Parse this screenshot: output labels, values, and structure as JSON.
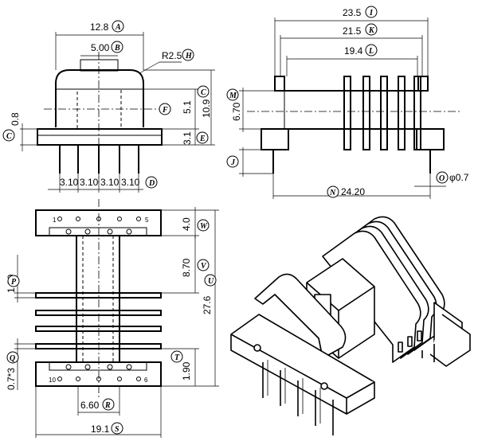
{
  "front_view": {
    "dims": {
      "A": {
        "value": "12.8",
        "label": "A"
      },
      "B": {
        "value": "5.00",
        "label": "B"
      },
      "H": {
        "value": "R2.5",
        "label": "H"
      },
      "C": {
        "value": "",
        "label": "C"
      },
      "F": {
        "value": "",
        "label": "F"
      },
      "E": {
        "value": "",
        "label": "E"
      },
      "D": {
        "value": "",
        "label": "D"
      },
      "v51": "5.1",
      "v109": "10.9",
      "v31": "3.1",
      "v08": "0.8",
      "pitch": [
        "3.10",
        "3.10",
        "3.10",
        "3.10"
      ]
    }
  },
  "side_view": {
    "dims": {
      "I": {
        "value": "23.5",
        "label": "I"
      },
      "K": {
        "value": "21.5",
        "label": "K"
      },
      "L": {
        "value": "19.4",
        "label": "L"
      },
      "M": {
        "value": "6.70",
        "label": "M"
      },
      "J": {
        "value": "",
        "label": "J"
      },
      "N": {
        "value": "24.20",
        "label": "N"
      },
      "O": {
        "value": "φ0.7",
        "label": "O"
      }
    }
  },
  "bottom_view": {
    "dims": {
      "W": {
        "value": "4.0",
        "label": "W"
      },
      "V": {
        "value": "8.70",
        "label": "V"
      },
      "U": {
        "value": "27.6",
        "label": "U"
      },
      "P": {
        "value": "1.00",
        "label": "P"
      },
      "Q": {
        "value": "0.7*3",
        "label": "Q"
      },
      "T": {
        "value": "1.90",
        "label": "T"
      },
      "R": {
        "value": "6.60",
        "label": "R"
      },
      "S": {
        "value": "19.1",
        "label": "S"
      }
    },
    "pin_numbers": {
      "tl": "1",
      "tr": "5",
      "bl": "10",
      "br": "6"
    }
  }
}
